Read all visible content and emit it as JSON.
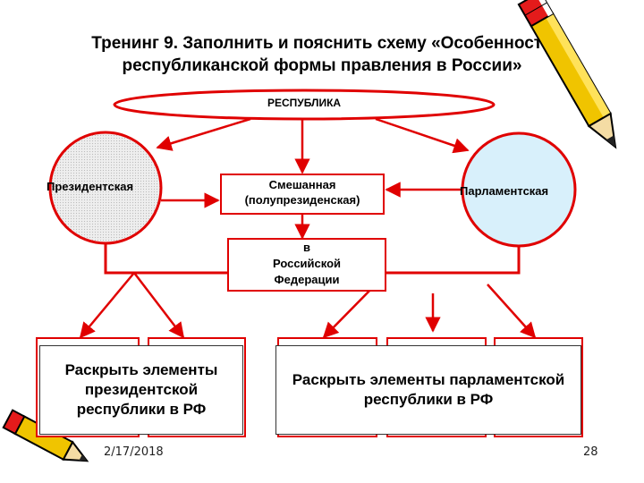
{
  "slide": {
    "title_line1": "Тренинг 9. Заполнить и пояснить схему «Особенности",
    "title_line2": "республиканской формы правления в России»",
    "republic": "РЕСПУБЛИКА",
    "presidential": "Президентская",
    "mixed_line1": "Смешанная",
    "mixed_line2": "(полупрезиденская)",
    "parliamentary": "Парламентская",
    "rf_line1": "в",
    "rf_line2": "Российской",
    "rf_line3": "Федерации",
    "left_overlay": "Раскрыть элементы президентской республики в РФ",
    "right_overlay": "Раскрыть элементы парламентской республики в РФ",
    "date": "2/17/2018",
    "page_number": "28"
  },
  "colors": {
    "accent": "#e00000",
    "left_circle_fill": "#e4e4e4",
    "right_circle_fill": "#d8f0fb"
  }
}
